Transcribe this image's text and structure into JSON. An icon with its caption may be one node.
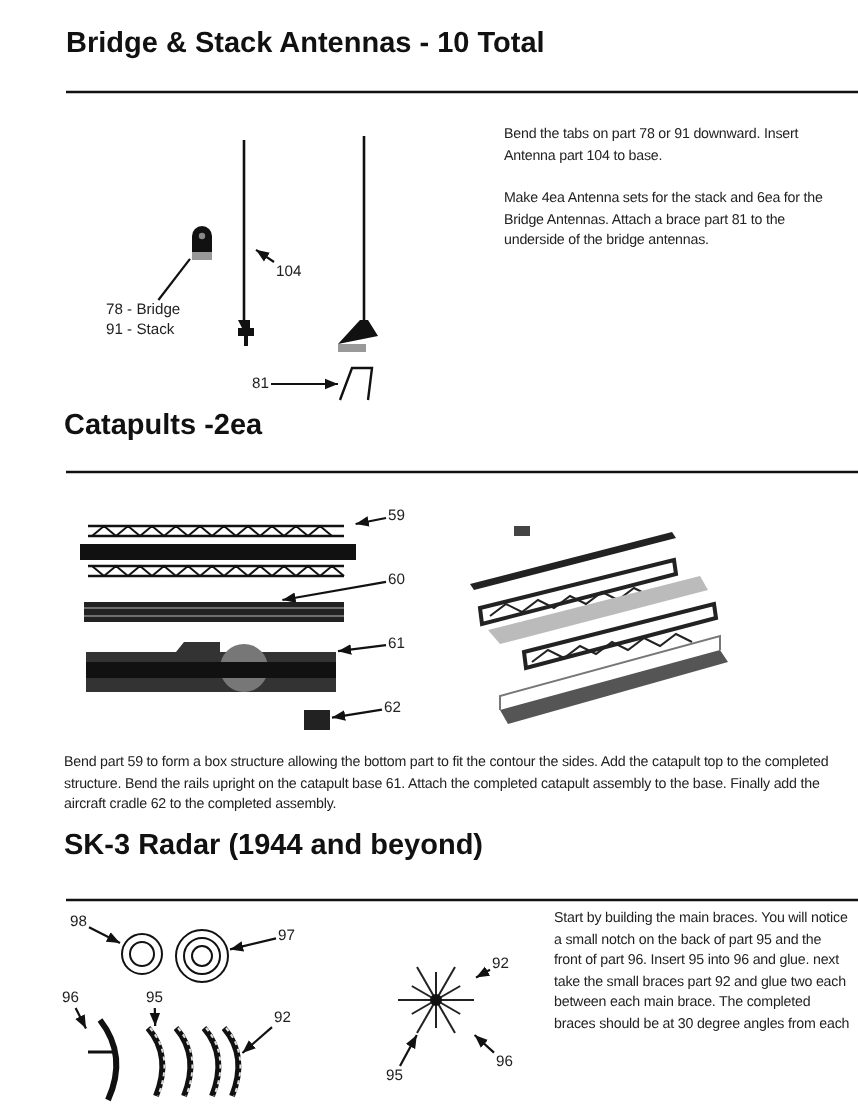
{
  "diagram": {
    "nodes": [
      {
        "text": [
          "78 - Bridge",
          "91 - Stack"
        ]
      },
      {
        "text": [],
        "shape": "picture"
      },
      {
        "text": [
          "104"
        ]
      },
      {
        "text": [],
        "shape": "picture"
      },
      {
        "text": [
          "81"
        ]
      },
      {
        "text": [],
        "shape": "picture"
      },
      {
        "text": [
          "59"
        ]
      },
      {
        "text": [],
        "shape": "bar"
      },
      {
        "text": [
          "60"
        ]
      },
      {
        "text": [],
        "shape": "picture"
      },
      {
        "text": [
          "61"
        ]
      },
      {
        "text": [],
        "shape": "picture"
      },
      {
        "text": [
          "62"
        ]
      },
      {
        "text": [],
        "shape": "box"
      },
      {
        "text": [
          "98"
        ]
      },
      {
        "text": [],
        "shape": "picture"
      },
      {
        "text": [
          "97"
        ]
      },
      {
        "text": [],
        "shape": "picture"
      },
      {
        "text": [
          "96"
        ]
      },
      {
        "text": [],
        "shape": "picture"
      },
      {
        "text": [
          "95"
        ]
      },
      {
        "text": [],
        "shape": "picture"
      },
      {
        "text": [
          "92"
        ]
      },
      {
        "text": [],
        "shape": "picture"
      },
      {
        "text": [
          "92"
        ]
      },
      {
        "text": [],
        "shape": "picture"
      },
      {
        "text": [
          "96"
        ]
      },
      {
        "text": [
          "95"
        ]
      }
    ],
    "edges": [
      {
        "from": 0,
        "to": 1,
        "arrow": "none"
      },
      {
        "from": 2,
        "to": 3,
        "arrow": "to"
      },
      {
        "from": 4,
        "to": 5,
        "arrow": "to"
      },
      {
        "from": 6,
        "to": 7,
        "arrow": "to"
      },
      {
        "from": 8,
        "to": 9,
        "arrow": "to"
      },
      {
        "from": 10,
        "to": 11,
        "arrow": "to"
      },
      {
        "from": 12,
        "to": 13,
        "arrow": "to"
      },
      {
        "from": 14,
        "to": 15,
        "arrow": "to"
      },
      {
        "from": 16,
        "to": 17,
        "arrow": "to"
      },
      {
        "from": 18,
        "to": 19,
        "arrow": "to"
      },
      {
        "from": 20,
        "to": 21,
        "arrow": "to"
      },
      {
        "from": 22,
        "to": 23,
        "arrow": "to"
      },
      {
        "from": 24,
        "to": 25,
        "arrow": "to"
      },
      {
        "from": 26,
        "to": 25,
        "arrow": "to"
      },
      {
        "from": 27,
        "to": 25,
        "arrow": "to"
      }
    ],
    "labels": [
      "Bridge & Stack Antennas - 10 Total",
      "Bend the tabs on part 78 or 91 downward. Insert Antenna part 104 to base.",
      "Make 4ea Antenna sets for the stack and 6ea for the Bridge Antennas. Attach a brace part 81 to the underside of the bridge antennas.",
      "Catapults -2ea",
      "Bend part 59 to form a box structure allowing the bottom part to fit the contour the sides. Add the catapult top to the completed structure. Bend the rails upright on the catapult base 61. Attach the completed catapult assembly to the base. Finally add the aircraft cradle 62 to the completed assembly.",
      "SK-3 Radar (1944 and beyond)",
      "Start by building the main braces. You will notice a small notch on the back of part 95 and the front of part 96. Insert 95 into 96 and glue. next take the small braces part 92 and glue two each between each main brace. The completed braces should be at 30 degree angles from each"
    ]
  }
}
